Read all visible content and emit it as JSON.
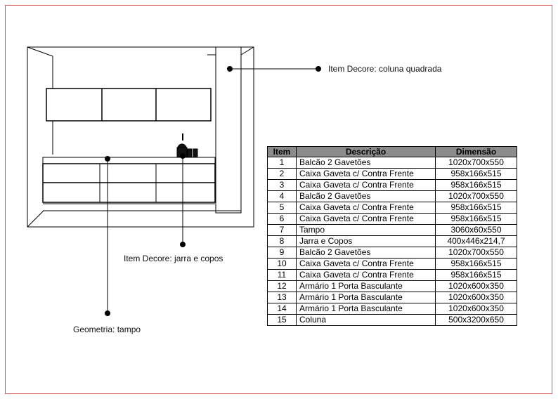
{
  "callouts": {
    "coluna": "Item Decore:  coluna  quadrada",
    "jarra": "Item Decore:  jarra  e  copos",
    "tampo": "Geometria:  tampo"
  },
  "table": {
    "headers": [
      "Item",
      "Descrição",
      "Dimensão"
    ],
    "rows": [
      [
        "1",
        "Balcão 2 Gavetões",
        "1020x700x550"
      ],
      [
        "2",
        "Caixa Gaveta c/ Contra Frente",
        "958x166x515"
      ],
      [
        "3",
        "Caixa Gaveta c/ Contra Frente",
        "958x166x515"
      ],
      [
        "4",
        "Balcão 2 Gavetões",
        "1020x700x550"
      ],
      [
        "5",
        "Caixa Gaveta c/ Contra Frente",
        "958x166x515"
      ],
      [
        "6",
        "Caixa Gaveta c/ Contra Frente",
        "958x166x515"
      ],
      [
        "7",
        "Tampo",
        "3060x60x550"
      ],
      [
        "8",
        "Jarra e Copos",
        "400x446x214,7"
      ],
      [
        "9",
        "Balcão 2 Gavetões",
        "1020x700x550"
      ],
      [
        "10",
        "Caixa Gaveta c/ Contra Frente",
        "958x166x515"
      ],
      [
        "11",
        "Caixa Gaveta c/ Contra Frente",
        "958x166x515"
      ],
      [
        "12",
        "Armário 1 Porta Basculante",
        "1020x600x350"
      ],
      [
        "13",
        "Armário 1 Porta Basculante",
        "1020x600x350"
      ],
      [
        "14",
        "Armário 1 Porta Basculante",
        "1020x600x350"
      ],
      [
        "15",
        "Coluna",
        "500x3200x650"
      ]
    ]
  },
  "colors": {
    "border": "#d9534f",
    "header_bg": "#8c8c8c",
    "line": "#000000"
  }
}
